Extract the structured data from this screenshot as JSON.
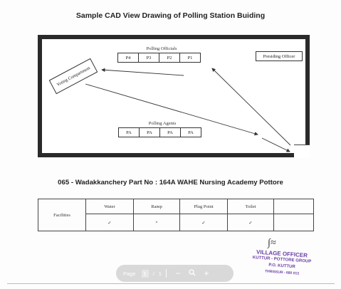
{
  "doc": {
    "title": "Sample CAD View Drawing of Polling Station Buiding",
    "subtitle": "065 - Wadakkanchery Part No : 164A  WAHE Nursing Academy Pottore"
  },
  "plan": {
    "officials_label": "Polling Officials",
    "officials": [
      "P4",
      "P3",
      "P2",
      "P1"
    ],
    "presiding_officer": "Presiding Officer",
    "voting_compartment": "Voting Compartment",
    "agents_label": "Polling Agents",
    "agents": [
      "PA",
      "PA",
      "PA",
      "PA"
    ]
  },
  "facilities": {
    "row_label": "Facilities",
    "headers": [
      "Water",
      "Ramp",
      "Plug Point",
      "Toilet",
      ""
    ],
    "marks": [
      "✓",
      "×",
      "✓",
      "✓",
      ""
    ]
  },
  "stamp": {
    "line1": "VILLAGE OFFICER",
    "line2": "KUTTUR - POTTORE GROUP",
    "line3": "P.O. KUTTUR",
    "line4": "THRISSUR - 680 013"
  },
  "viewer": {
    "page_label": "Page",
    "current_page": "1",
    "separator": "/",
    "total_pages": "1",
    "zoom_out": "−",
    "zoom_icon": "search-icon",
    "zoom_in": "+"
  }
}
